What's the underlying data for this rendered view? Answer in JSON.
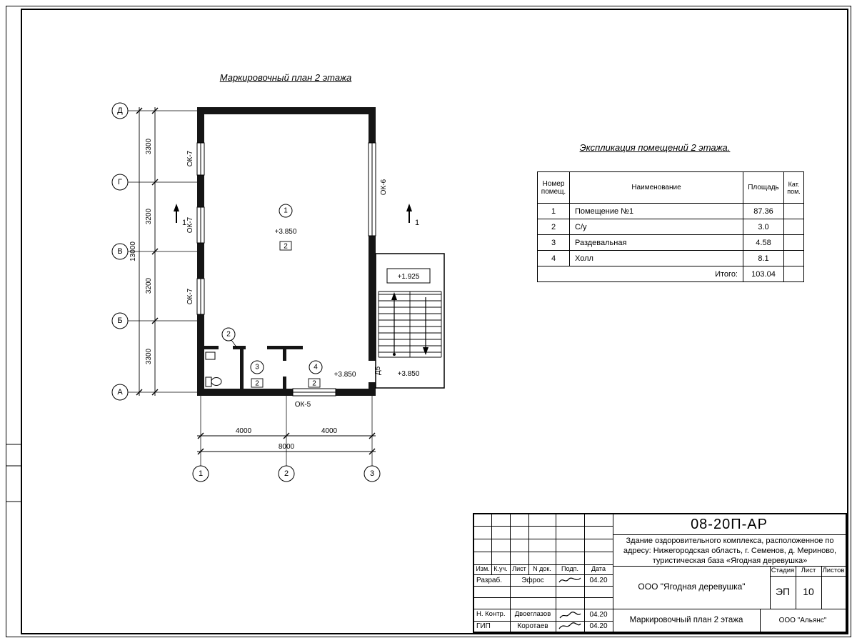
{
  "sheet": {
    "plan_title": "Маркировочный план 2 этажа"
  },
  "plan": {
    "axes_v": [
      "Д",
      "Г",
      "В",
      "Б",
      "А"
    ],
    "axes_h": [
      "1",
      "2",
      "3"
    ],
    "dims_left": [
      "3300",
      "3200",
      "3200",
      "3300"
    ],
    "dim_left_total": "13000",
    "dims_bottom": [
      "4000",
      "4000"
    ],
    "dim_bottom_total": "8000",
    "labels": {
      "window_left": "ОК-7",
      "window_right": "ОК-6",
      "window_bottom": "ОК-5",
      "door": "Д5"
    },
    "rooms": {
      "r1": "1",
      "r2": "2",
      "r3": "3",
      "r4": "4"
    },
    "elevations": {
      "room1": "+3.850",
      "hall": "+3.850",
      "stair_mid": "+1.925",
      "stair": "+3.850"
    },
    "floor_mark": "2",
    "section_mark": "1"
  },
  "schedule": {
    "title": "Экспликация помещений 2 этажа.",
    "col_num": "Номер помещ.",
    "col_name": "Наименование",
    "col_area": "Площадь",
    "col_cat": "Кат. пом.",
    "rows": [
      {
        "num": "1",
        "name": "Помещение №1",
        "area": "87.36"
      },
      {
        "num": "2",
        "name": "С/у",
        "area": "3.0"
      },
      {
        "num": "3",
        "name": "Раздевальная",
        "area": "4.58"
      },
      {
        "num": "4",
        "name": "Холл",
        "area": "8.1"
      }
    ],
    "total_label": "Итого:",
    "total_value": "103.04"
  },
  "titleblock": {
    "doc_number": "08-20П-АР",
    "description_lines": [
      "Здание оздоровительного комплекса, расположенное по",
      "адресу: Нижегородская область, г. Семенов, д. Мериново,",
      "туристическая база «Ягодная деревушка»"
    ],
    "cols": [
      "Изм.",
      "К.уч.",
      "Лист",
      "N док.",
      "Подп.",
      "Дата"
    ],
    "sign_rows": [
      {
        "role": "Разраб.",
        "name": "Эфрос",
        "date": "04.20"
      },
      {
        "role": "Н. Контр.",
        "name": "Двоеглазов",
        "date": "04.20"
      },
      {
        "role": "ГИП",
        "name": "Коротаев",
        "date": "04.20"
      }
    ],
    "company": "ООО \"Ягодная деревушка\"",
    "stage_label": "Стадия",
    "sheet_label": "Лист",
    "sheets_label": "Листов",
    "stage": "ЭП",
    "sheet_num": "10",
    "drawing_title": "Маркировочный план 2 этажа",
    "org": "ООО \"Альянс\""
  }
}
